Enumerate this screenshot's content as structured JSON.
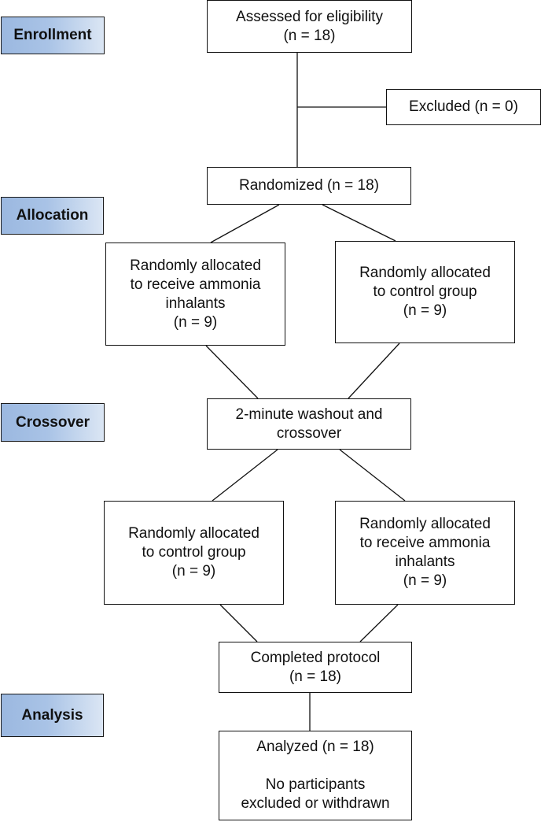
{
  "stages": {
    "enrollment": "Enrollment",
    "allocation": "Allocation",
    "crossover": "Crossover",
    "analysis": "Analysis"
  },
  "boxes": {
    "assessed": [
      "Assessed for eligibility",
      "(n = 18)"
    ],
    "excluded": [
      "Excluded (n = 0)"
    ],
    "randomized": [
      "Randomized (n = 18)"
    ],
    "allocated_ammonia": [
      "Randomly allocated",
      "to receive ammonia",
      "inhalants",
      "(n = 9)"
    ],
    "allocated_control": [
      "Randomly allocated",
      "to control group",
      "(n = 9)"
    ],
    "washout": [
      "2-minute washout and",
      "crossover"
    ],
    "crossover_control": [
      "Randomly allocated",
      "to control group",
      "(n = 9)"
    ],
    "crossover_ammonia": [
      "Randomly allocated",
      "to receive ammonia",
      "inhalants",
      "(n = 9)"
    ],
    "completed": [
      "Completed protocol",
      "(n = 18)"
    ],
    "analyzed": [
      "Analyzed (n = 18)",
      "",
      "No participants",
      "excluded or withdrawn"
    ]
  },
  "colors": {
    "stage_fill": "#a9c3e6",
    "line": "#111111"
  }
}
